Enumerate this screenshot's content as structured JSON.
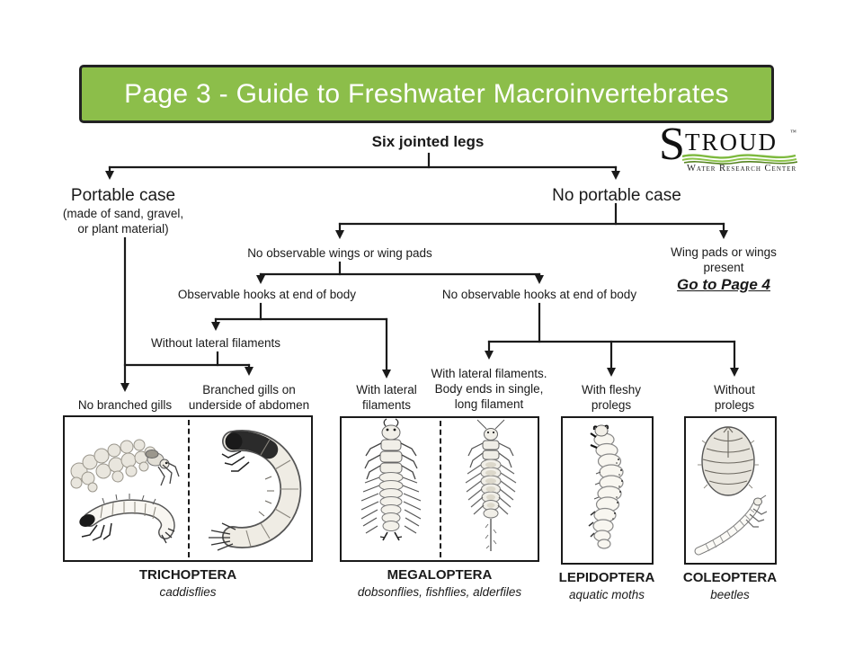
{
  "banner": {
    "title": "Page 3 - Guide to Freshwater Macroinvertebrates"
  },
  "logo": {
    "wordmark_initial": "S",
    "wordmark_rest": "TROUD",
    "tm": "™",
    "subtitle": "Water Research Center"
  },
  "colors": {
    "banner_green": "#8cbe4a",
    "banner_border": "#222222",
    "logo_wave_green": "#7db93e",
    "logo_wave_dark": "#55831f",
    "text": "#1a1a1a"
  },
  "tree": {
    "root": "Six jointed legs",
    "portable": {
      "title": "Portable case",
      "sub": [
        "(made of sand, gravel,",
        "or plant material)"
      ]
    },
    "no_portable": "No portable case",
    "no_wings": "No observable wings or wing pads",
    "wings": [
      "Wing pads or wings",
      "present"
    ],
    "goto": "Go to Page 4",
    "hooks": "Observable hooks at end of body",
    "no_hooks": "No observable hooks at end of body",
    "without_lateral": "Without lateral filaments",
    "no_branched": "No branched gills",
    "branched": [
      "Branched gills on",
      "underside of abdomen"
    ],
    "with_lateral": [
      "With lateral",
      "filaments"
    ],
    "with_lateral_single": [
      "With lateral filaments.",
      "Body ends in single,",
      "long filament"
    ],
    "fleshy": [
      "With fleshy",
      "prolegs"
    ],
    "without_prolegs": [
      "Without",
      "prolegs"
    ]
  },
  "taxa": [
    {
      "name": "TRICHOPTERA",
      "common": "caddisflies"
    },
    {
      "name": "MEGALOPTERA",
      "common": "dobsonflies, fishflies, alderfiles"
    },
    {
      "name": "LEPIDOPTERA",
      "common": "aquatic moths"
    },
    {
      "name": "COLEOPTERA",
      "common": "beetles"
    }
  ]
}
